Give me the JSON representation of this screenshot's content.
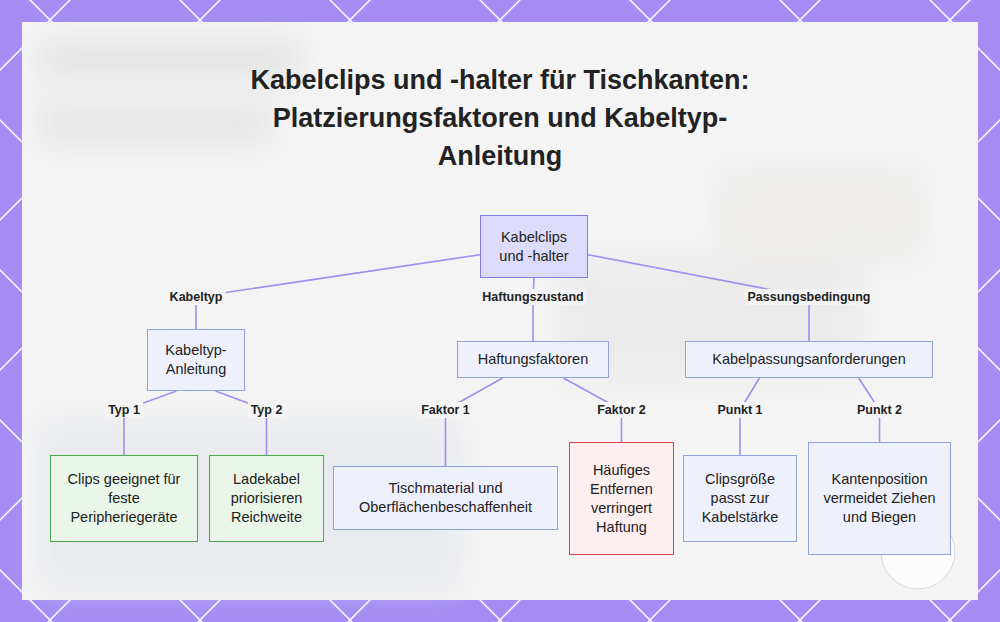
{
  "diagram": {
    "title": "Kabelclips und -halter für Tischkanten: Platzierungsfaktoren und Kabeltyp-Anleitung",
    "nodes": [
      {
        "text": [
          "Kabelclips und -halter"
        ]
      },
      {
        "text": [
          "Kabeltyp-Anleitung"
        ]
      },
      {
        "text": [
          "Haftungsfaktoren"
        ]
      },
      {
        "text": [
          "Kabelpassungsanforderungen"
        ]
      },
      {
        "text": [
          "Clips geeignet für feste Peripheriegeräte"
        ]
      },
      {
        "text": [
          "Ladekabel priorisieren Reichweite"
        ]
      },
      {
        "text": [
          "Tischmaterial und Oberflächenbeschaffenheit"
        ]
      },
      {
        "text": [
          "Häufiges Entfernen verringert Haftung"
        ]
      },
      {
        "text": [
          "Clipsgröße passt zur Kabelstärke"
        ]
      },
      {
        "text": [
          "Kantenposition vermeidet Ziehen und Biegen"
        ]
      }
    ],
    "edges": [
      {
        "from": 0,
        "to": 1,
        "label": "Kabeltyp",
        "arrow": "none"
      },
      {
        "from": 0,
        "to": 2,
        "label": "Haftungszustand",
        "arrow": "none"
      },
      {
        "from": 0,
        "to": 3,
        "label": "Passungsbedingung",
        "arrow": "none"
      },
      {
        "from": 1,
        "to": 4,
        "label": "Typ 1",
        "arrow": "none"
      },
      {
        "from": 1,
        "to": 5,
        "label": "Typ 2",
        "arrow": "none"
      },
      {
        "from": 2,
        "to": 6,
        "label": "Faktor 1",
        "arrow": "none"
      },
      {
        "from": 2,
        "to": 7,
        "label": "Faktor 2",
        "arrow": "none"
      },
      {
        "from": 3,
        "to": 8,
        "label": "Punkt 1",
        "arrow": "none"
      },
      {
        "from": 3,
        "to": 9,
        "label": "Punkt 2",
        "arrow": "none"
      }
    ]
  }
}
